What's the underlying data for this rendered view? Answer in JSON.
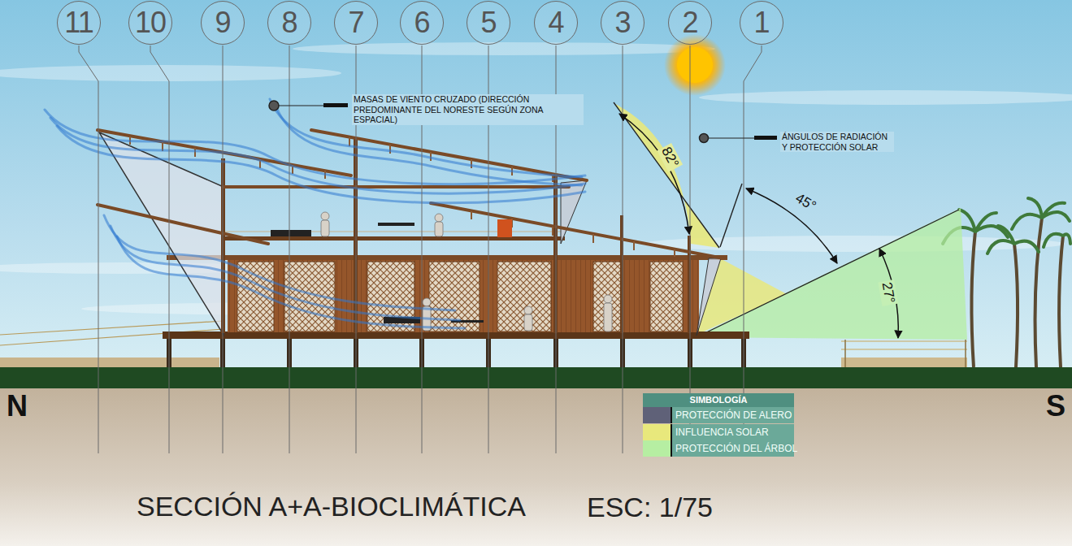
{
  "diagram": {
    "title": "SECCIÓN A+A-BIOCLIMÁTICA",
    "nodes": [
      {
        "text": [
          "11"
        ]
      },
      {
        "text": [
          "10"
        ]
      },
      {
        "text": [
          "9"
        ]
      },
      {
        "text": [
          "8"
        ]
      },
      {
        "text": [
          "7"
        ]
      },
      {
        "text": [
          "6"
        ]
      },
      {
        "text": [
          "5"
        ]
      },
      {
        "text": [
          "4"
        ]
      },
      {
        "text": [
          "3"
        ]
      },
      {
        "text": [
          "2"
        ]
      },
      {
        "text": [
          "1"
        ]
      }
    ],
    "labels": [
      "SIMBOLOGÍA",
      "MASAS DE VIENTO CRUZADO (DIRECCIÓN PREDOMINANTE DEL NORESTE SEGÚN ZONA ESPACIAL)",
      "ÁNGULOS DE RADIACIÓN Y PROTECCIÓN SOLAR",
      "82°",
      "45°",
      "27°",
      "N",
      "S",
      "ESC: 1/75"
    ],
    "legend": [
      {
        "text": "PROTECCIÓN DE ALERO",
        "color": "#5f6178"
      },
      {
        "text": "INFLUENCIA SOLAR",
        "color": "#e8e87c"
      },
      {
        "text": "PROTECCIÓN DEL ÁRBOL",
        "color": "#b6eea2"
      }
    ]
  }
}
